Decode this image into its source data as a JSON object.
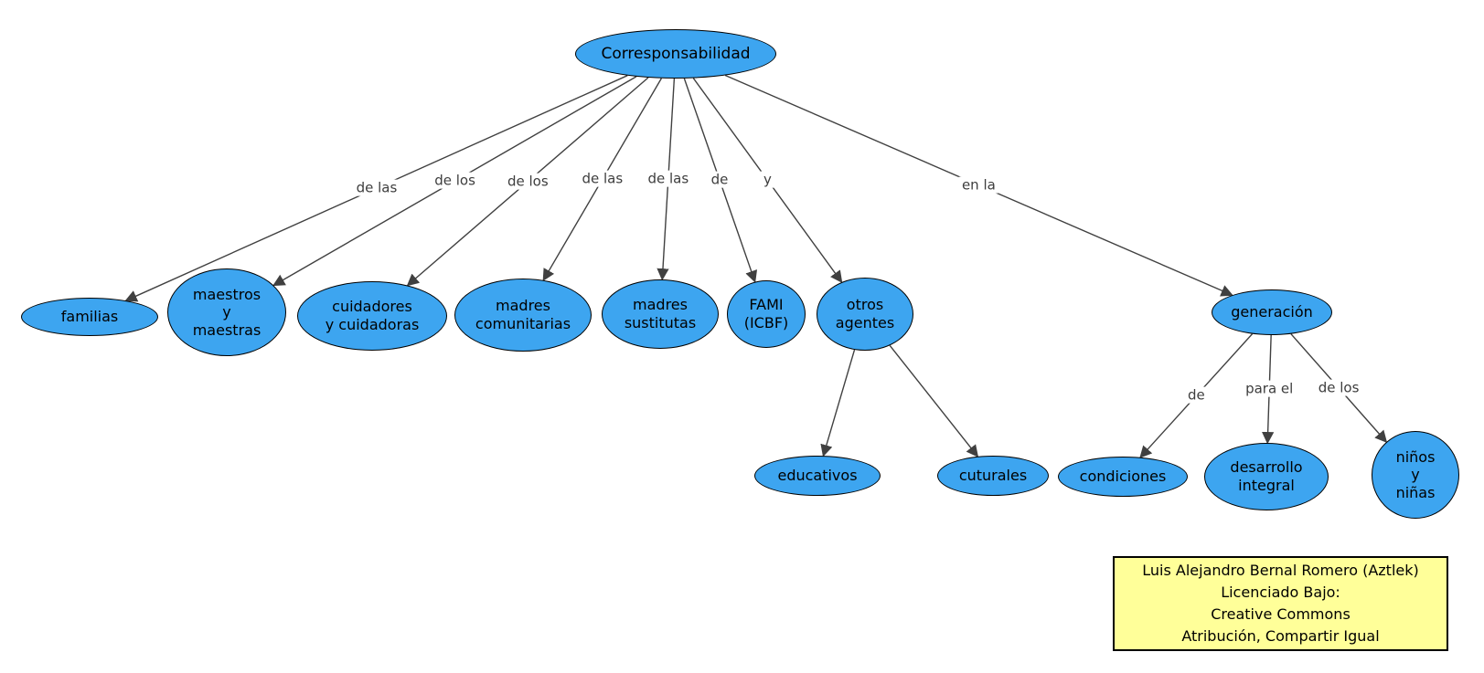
{
  "title": "Corresponsabilidad concept map",
  "colors": {
    "node_fill": "#3da5f0",
    "node_stroke": "#000000",
    "edge": "#404040",
    "edge_label": "#3d3d3d",
    "license_bg": "#ffff99"
  },
  "nodes": {
    "corresponsabilidad": {
      "label": "Corresponsabilidad"
    },
    "familias": {
      "label": "familias"
    },
    "maestros-y-maestras": {
      "label": "maestros\ny\nmaestras"
    },
    "cuidadores-y-cuidadoras": {
      "label": "cuidadores\ny cuidadoras"
    },
    "madres-comunitarias": {
      "label": "madres\ncomunitarias"
    },
    "madres-sustitutas": {
      "label": "madres\nsustitutas"
    },
    "fami-icbf": {
      "label": "FAMI\n(ICBF)"
    },
    "otros-agentes": {
      "label": "otros\nagentes"
    },
    "generacion": {
      "label": "generación"
    },
    "educativos": {
      "label": "educativos"
    },
    "cuturales": {
      "label": "cuturales"
    },
    "condiciones": {
      "label": "condiciones"
    },
    "desarrollo-integral": {
      "label": "desarrollo\nintegral"
    },
    "ninos-y-ninas": {
      "label": "niños\ny\nniñas"
    }
  },
  "edges": [
    {
      "from": "corresponsabilidad",
      "to": "familias",
      "label": "de las"
    },
    {
      "from": "corresponsabilidad",
      "to": "maestros-y-maestras",
      "label": "de los"
    },
    {
      "from": "corresponsabilidad",
      "to": "cuidadores-y-cuidadoras",
      "label": "de los"
    },
    {
      "from": "corresponsabilidad",
      "to": "madres-comunitarias",
      "label": "de las"
    },
    {
      "from": "corresponsabilidad",
      "to": "madres-sustitutas",
      "label": "de las"
    },
    {
      "from": "corresponsabilidad",
      "to": "fami-icbf",
      "label": "de"
    },
    {
      "from": "corresponsabilidad",
      "to": "otros-agentes",
      "label": "y"
    },
    {
      "from": "corresponsabilidad",
      "to": "generacion",
      "label": "en la"
    },
    {
      "from": "otros-agentes",
      "to": "educativos",
      "label": ""
    },
    {
      "from": "otros-agentes",
      "to": "cuturales",
      "label": ""
    },
    {
      "from": "generacion",
      "to": "condiciones",
      "label": "de"
    },
    {
      "from": "generacion",
      "to": "desarrollo-integral",
      "label": "para el"
    },
    {
      "from": "generacion",
      "to": "ninos-y-ninas",
      "label": "de los"
    }
  ],
  "license": {
    "lines": [
      "Luis Alejandro Bernal Romero (Aztlek)",
      "Licenciado Bajo:",
      "Creative Commons",
      "Atribución, Compartir Igual"
    ]
  }
}
